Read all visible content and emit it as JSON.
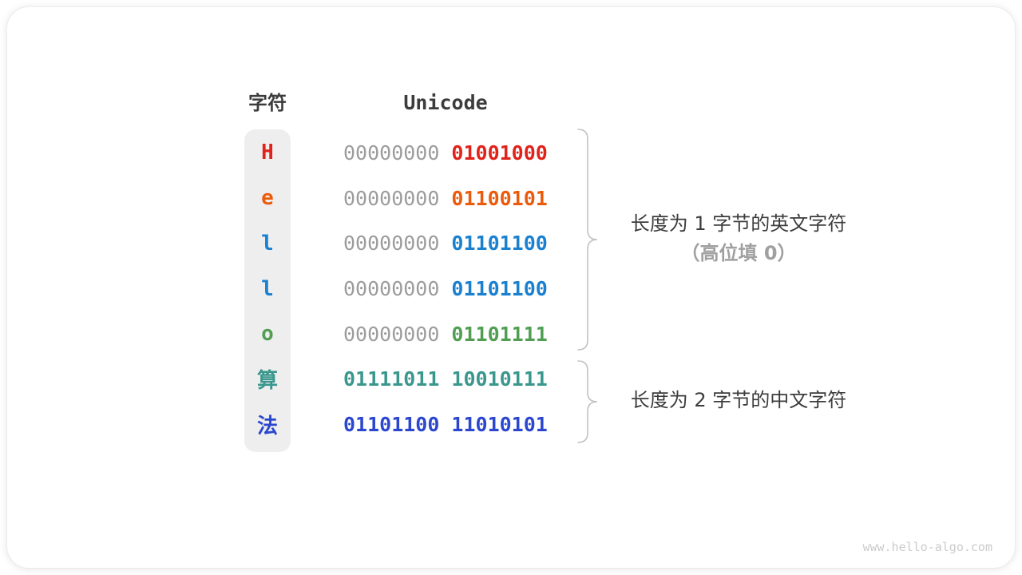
{
  "table": {
    "headers": {
      "char": "字符",
      "unicode": "Unicode"
    },
    "rows": [
      {
        "char": "H",
        "byte_high": "00000000",
        "byte_low": "01001000",
        "char_color": "#e0221a",
        "byte_high_color": "#9c9c9c",
        "byte_low_color": "#e0221a"
      },
      {
        "char": "e",
        "byte_high": "00000000",
        "byte_low": "01100101",
        "char_color": "#eb5b0c",
        "byte_high_color": "#9c9c9c",
        "byte_low_color": "#eb5b0c"
      },
      {
        "char": "l",
        "byte_high": "00000000",
        "byte_low": "01101100",
        "char_color": "#1a80d0",
        "byte_high_color": "#9c9c9c",
        "byte_low_color": "#1a80d0"
      },
      {
        "char": "l",
        "byte_high": "00000000",
        "byte_low": "01101100",
        "char_color": "#1a80d0",
        "byte_high_color": "#9c9c9c",
        "byte_low_color": "#1a80d0"
      },
      {
        "char": "o",
        "byte_high": "00000000",
        "byte_low": "01101111",
        "char_color": "#4f9e52",
        "byte_high_color": "#9c9c9c",
        "byte_low_color": "#4f9e52"
      },
      {
        "char": "算",
        "byte_high": "01111011",
        "byte_low": "10010111",
        "char_color": "#3a978d",
        "byte_high_color": "#3a978d",
        "byte_low_color": "#3a978d"
      },
      {
        "char": "法",
        "byte_high": "01101100",
        "byte_low": "11010101",
        "char_color": "#2c47cf",
        "byte_high_color": "#2c47cf",
        "byte_low_color": "#2c47cf"
      }
    ]
  },
  "annotations": {
    "english": {
      "line1": "长度为 1 字节的英文字符",
      "line2": "（高位填 0）"
    },
    "chinese": {
      "line1": "长度为 2 字节的中文字符"
    }
  },
  "colors": {
    "text_dark": "#3c3c3c",
    "text_gray": "#9c9c9c",
    "text_light_gray": "#a0a0a0",
    "column_bg": "#eeeeee",
    "brace": "#c2c2c2",
    "watermark": "#cbcbcb"
  },
  "watermark": "www.hello-algo.com"
}
